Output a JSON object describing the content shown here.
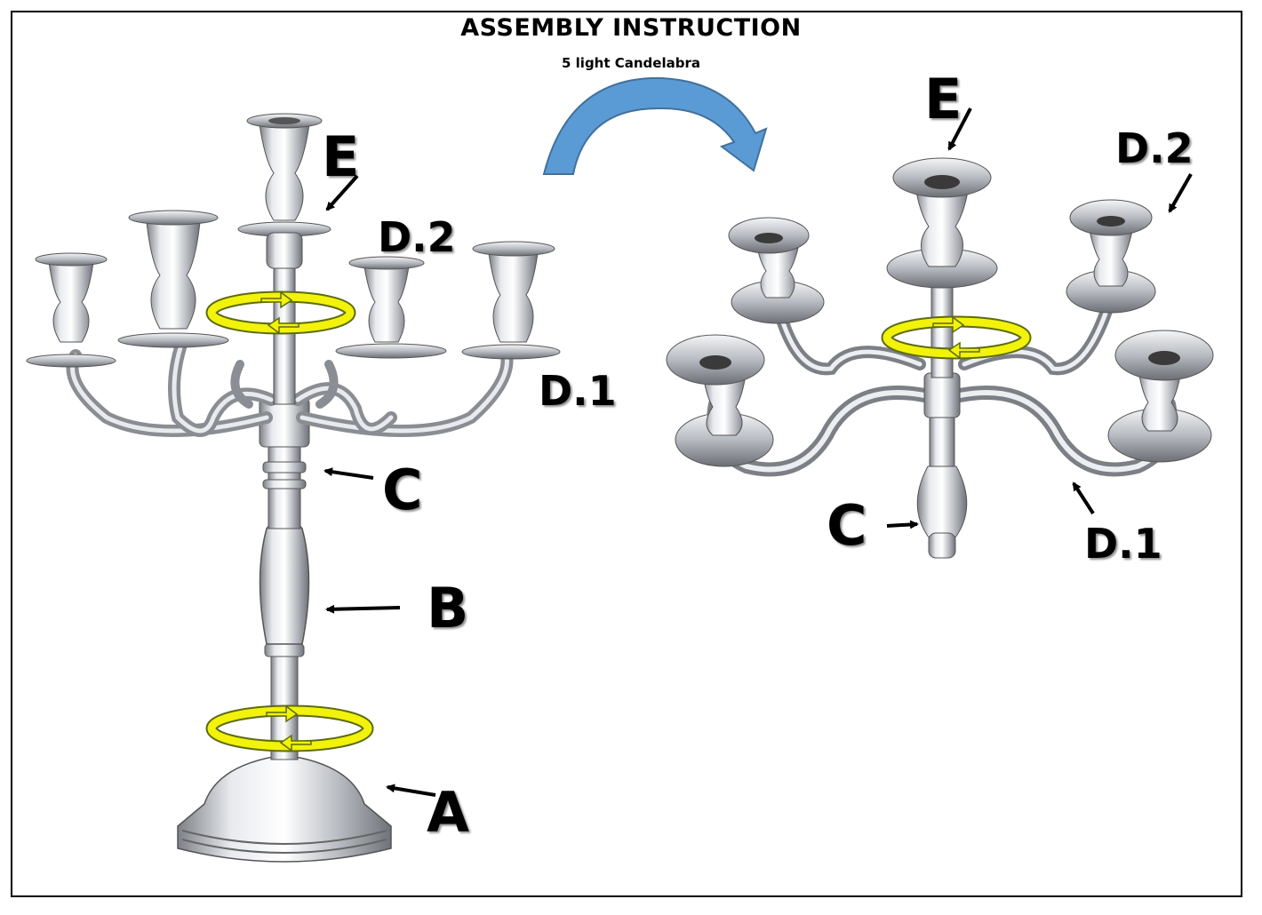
{
  "title": "ASSEMBLY  INSTRUCTION",
  "subtitle": "5 light  Candelabra",
  "labels": {
    "left": {
      "E": "E",
      "D2": "D.2",
      "D1": "D.1",
      "C": "C",
      "B": "B",
      "A": "A"
    },
    "right": {
      "E": "E",
      "D2": "D.2",
      "D1": "D.1",
      "C": "C"
    }
  },
  "colors": {
    "silver": "#c9ccd1",
    "rotation_ring": "#f2f20a",
    "transition_arrow": "#5b9bd5",
    "label": "#000000"
  },
  "icons": {
    "rotation": "rotation-ring-icon",
    "transition": "curved-arrow-icon",
    "pointer": "pointer-arrow-icon"
  }
}
